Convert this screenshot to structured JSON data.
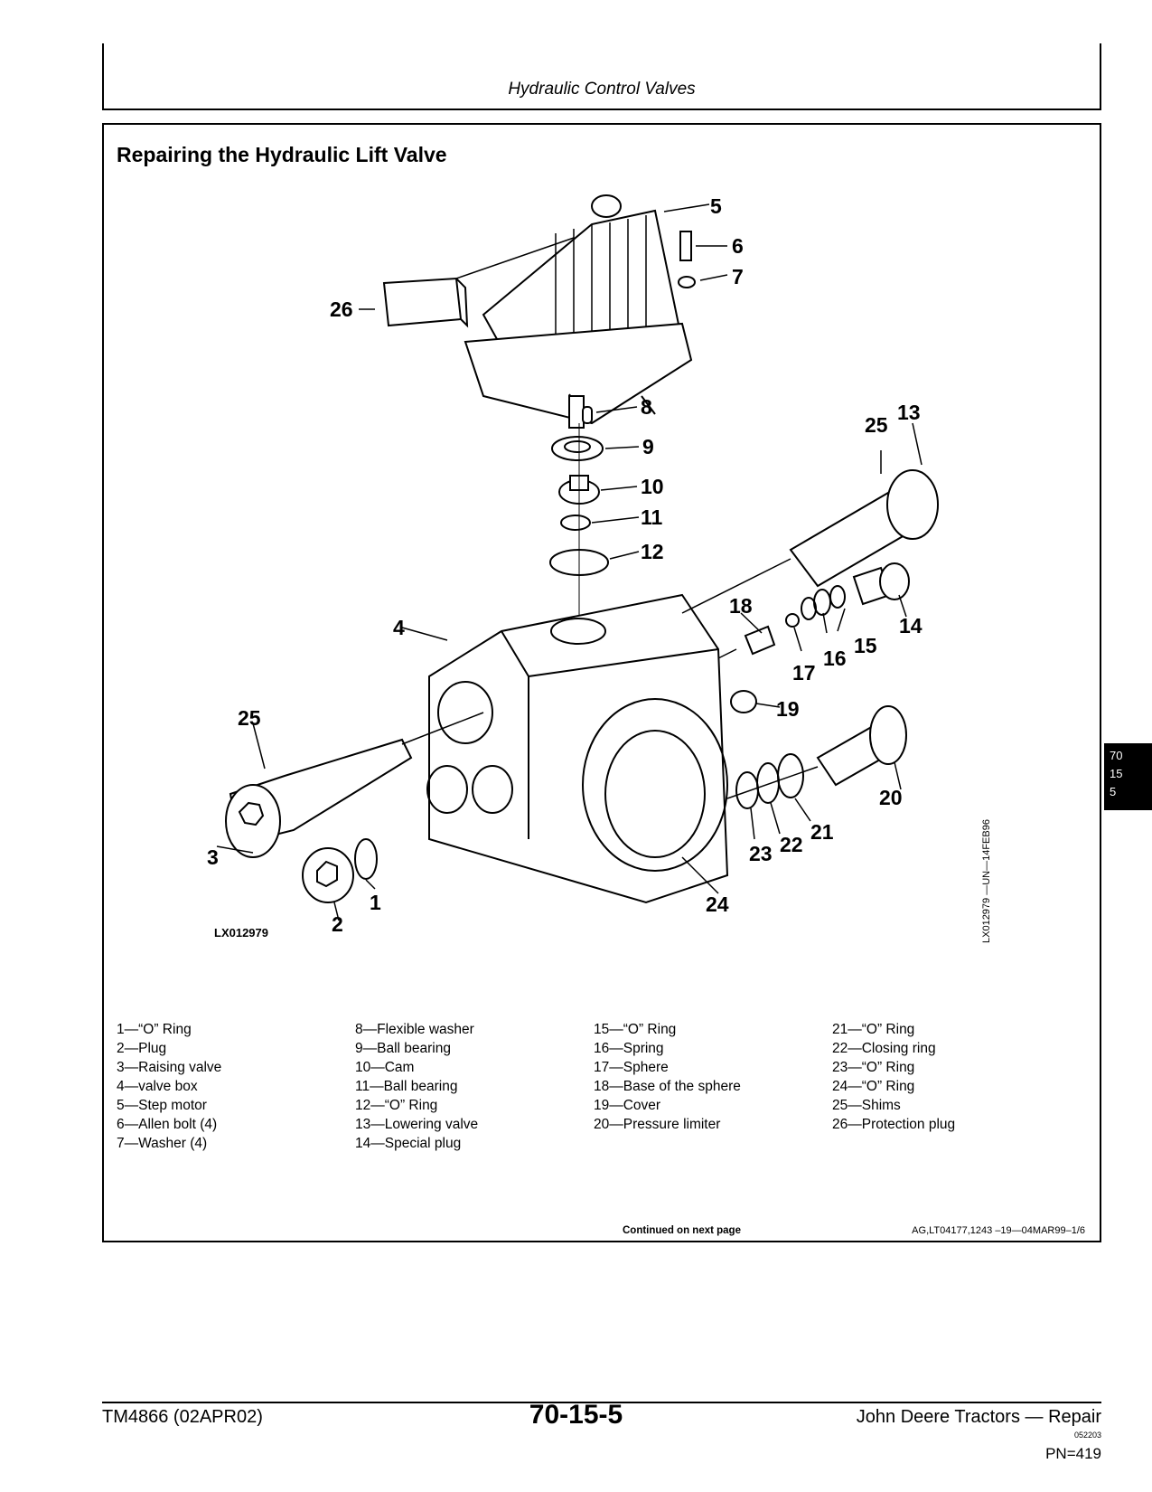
{
  "header": {
    "title": "Hydraulic Control Valves"
  },
  "section": {
    "title": "Repairing the Hydraulic Lift Valve"
  },
  "figure": {
    "id": "LX012979",
    "side_id": "LX012979 —UN—14FEB96",
    "callouts": [
      "1",
      "2",
      "3",
      "4",
      "5",
      "6",
      "7",
      "8",
      "9",
      "10",
      "11",
      "12",
      "13",
      "14",
      "15",
      "16",
      "17",
      "18",
      "19",
      "20",
      "21",
      "22",
      "23",
      "24",
      "25",
      "25",
      "26"
    ]
  },
  "legend": {
    "col1": [
      "1—“O” Ring",
      "2—Plug",
      "3—Raising valve",
      "4—valve box",
      "5—Step motor",
      "6—Allen bolt (4)",
      "7—Washer (4)"
    ],
    "col2": [
      "8—Flexible washer",
      "9—Ball bearing",
      "10—Cam",
      "11—Ball bearing",
      "12—“O” Ring",
      "13—Lowering valve",
      "14—Special plug"
    ],
    "col3": [
      "15—“O” Ring",
      "16—Spring",
      "17—Sphere",
      "18—Base of the sphere",
      "19—Cover",
      "20—Pressure limiter"
    ],
    "col4": [
      "21—“O” Ring",
      "22—Closing ring",
      "23—“O” Ring",
      "24—“O” Ring",
      "25—Shims",
      "26—Protection plug"
    ]
  },
  "continued": "Continued on next page",
  "reference": "AG,LT04177,1243 –19—04MAR99–1/6",
  "tab": [
    "70",
    "15",
    "5"
  ],
  "footer": {
    "left": "TM4866 (02APR02)",
    "center": "70-15-5",
    "right": "John Deere Tractors — Repair",
    "small": "052203",
    "pn": "PN=419"
  }
}
